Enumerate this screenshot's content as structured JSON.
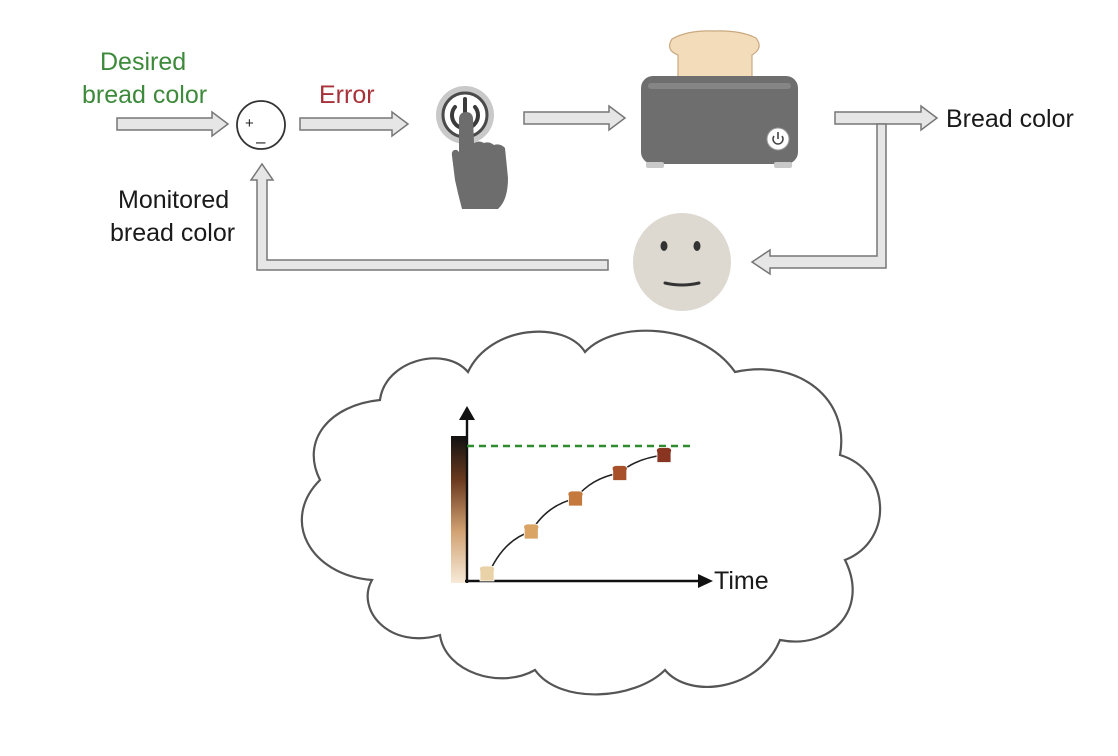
{
  "labels": {
    "desired_line1": "Desired",
    "desired_line2": "bread color",
    "error": "Error",
    "bread_color": "Bread color",
    "monitored_line1": "Monitored",
    "monitored_line2": "bread color",
    "time_axis": "Time"
  },
  "colors": {
    "desired": "#3c8a3a",
    "error": "#a8323a",
    "arrow_fill": "#e6e6e6",
    "arrow_stroke": "#777777",
    "toaster_body": "#6e6e6e",
    "face": "#ddd9d1",
    "setpoint_line": "#2e8b2e"
  },
  "icons": {
    "comparator": "summing-junction-icon",
    "actuator": "power-button-press-icon",
    "plant": "toaster-icon",
    "sensor": "face-icon",
    "thought": "thought-cloud-icon"
  },
  "chart_data": {
    "type": "scatter",
    "title": "",
    "xlabel": "Time",
    "ylabel": "",
    "setpoint_line": true,
    "series": [
      {
        "points": [
          {
            "x": 0,
            "y": 0.05
          },
          {
            "x": 1,
            "y": 0.33
          },
          {
            "x": 2,
            "y": 0.55
          },
          {
            "x": 3,
            "y": 0.72
          },
          {
            "x": 4,
            "y": 0.84
          }
        ],
        "colors": [
          "#e9d2a8",
          "#d9a464",
          "#c37a3c",
          "#a8502a",
          "#8a3422"
        ]
      }
    ],
    "setpoint": 0.9
  }
}
